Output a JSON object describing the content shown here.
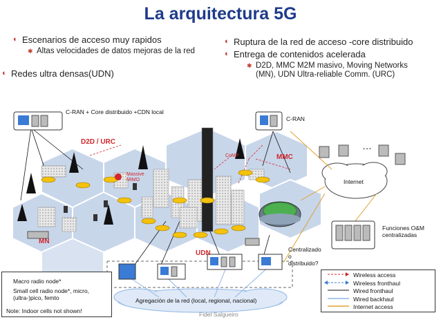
{
  "title": "La arquitectura 5G",
  "left_bullets": {
    "b1": "Escenarios de acceso muy rapidos",
    "b1_sub": "Altas velocidades de datos mejoras de la red",
    "b2": "Redes ultra densas(UDN)"
  },
  "right_bullets": {
    "b1": "Ruptura de la red de acceso -core distribuido",
    "b2": "Entrega de contenidos acelerada",
    "b2_sub": "D2D, MMC M2M masivo, Moving Networks (MN), UDN  Ultra-reliable Comm. (URC)"
  },
  "diagram": {
    "cran_local": "C-RAN + Core distribuido +CDN local",
    "cran": "C-RAN",
    "d2d": "D2D / URC",
    "comp": "CoMP",
    "mmc": "MMC",
    "massive_mimo": "Massive MIMO",
    "internet": "Internet",
    "ellipsis": "…",
    "om": "Funciones O&M centralizadas",
    "mn": "MN",
    "udn": "UDN",
    "centralizado": "Centralizado o distribuido?",
    "aggregation": "Agregación de la red (local, regional, nacional)"
  },
  "legend_left": {
    "macro": "Macro radio node*",
    "small": "Small cell radio node*, micro, (ultra-)pico, femto",
    "note": "Note:  Indoor cells not shown!"
  },
  "legend_right": {
    "items": [
      {
        "label": "Wireless access",
        "color": "#d0272b",
        "style": "dashed-arrow"
      },
      {
        "label": "Wireless fronthaul",
        "color": "#3a7bd5",
        "style": "dashed-arrow"
      },
      {
        "label": "Wired fronthaul",
        "color": "#111111",
        "style": "solid"
      },
      {
        "label": "Wired backhaul",
        "color": "#8fb6e8",
        "style": "solid"
      },
      {
        "label": "Internet access",
        "color": "#e0a030",
        "style": "solid"
      }
    ]
  },
  "footer": "Fidel Salgueiro",
  "colors": {
    "title": "#1f3b8a",
    "accent_red": "#d0272b",
    "hex_fill": "#c8d6ea",
    "node_yellow": "#f4c20d"
  }
}
